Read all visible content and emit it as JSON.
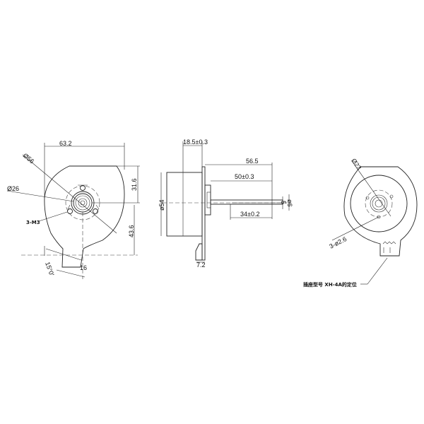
{
  "drawing": {
    "title": "Motor outline dimension drawing",
    "views": {
      "front": {
        "width_dim": "63.2",
        "outer_dia": "Ø56",
        "inner_dia": "Ø26",
        "holes_label": "3-M3",
        "upper_height": "31.6",
        "lower_height": "43.6",
        "angle_label": "15°0'",
        "tab_width": "16"
      },
      "side": {
        "body_length": "18.5±0.3",
        "body_dia": "ø54",
        "shaft_total": "56.5",
        "shaft_length": "50±0.3",
        "flat_length": "34±0.2",
        "flat_dim": "5",
        "shaft_dia": "ø6",
        "bracket_width": "7.2"
      },
      "rear": {
        "boss_dia": "Ø23",
        "holes_label": "3-ø2.6",
        "connector_note": "插座型号 XH-4A的定位"
      }
    }
  }
}
